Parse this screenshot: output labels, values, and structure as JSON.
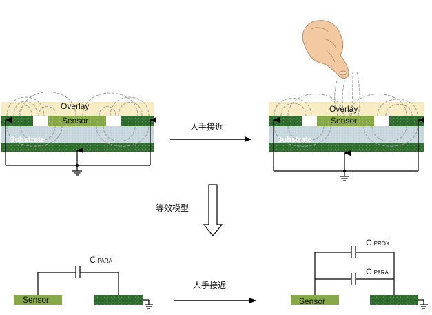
{
  "labels": {
    "overlay": "Overlay",
    "sensor": "Sensor",
    "substrate": "Substrate",
    "c": "C",
    "para": "PARA",
    "prox": "PROX"
  },
  "arrows": {
    "approach_top": "人手接近",
    "equivalent_model": "等效模型",
    "approach_bottom": "人手接近"
  },
  "colors": {
    "overlay": "#f8ecc4",
    "sensor_pad": "#86a848",
    "ground_layer": "#2f6b2f",
    "substrate": "#c8d8dc",
    "field_lines": "#9a9a9a",
    "wire": "#000000",
    "skin": "#f3c9a2"
  },
  "icons": [
    "finger-icon",
    "ground-symbol-icon",
    "capacitor-icon",
    "arrow-right-icon",
    "arrow-down-icon"
  ]
}
